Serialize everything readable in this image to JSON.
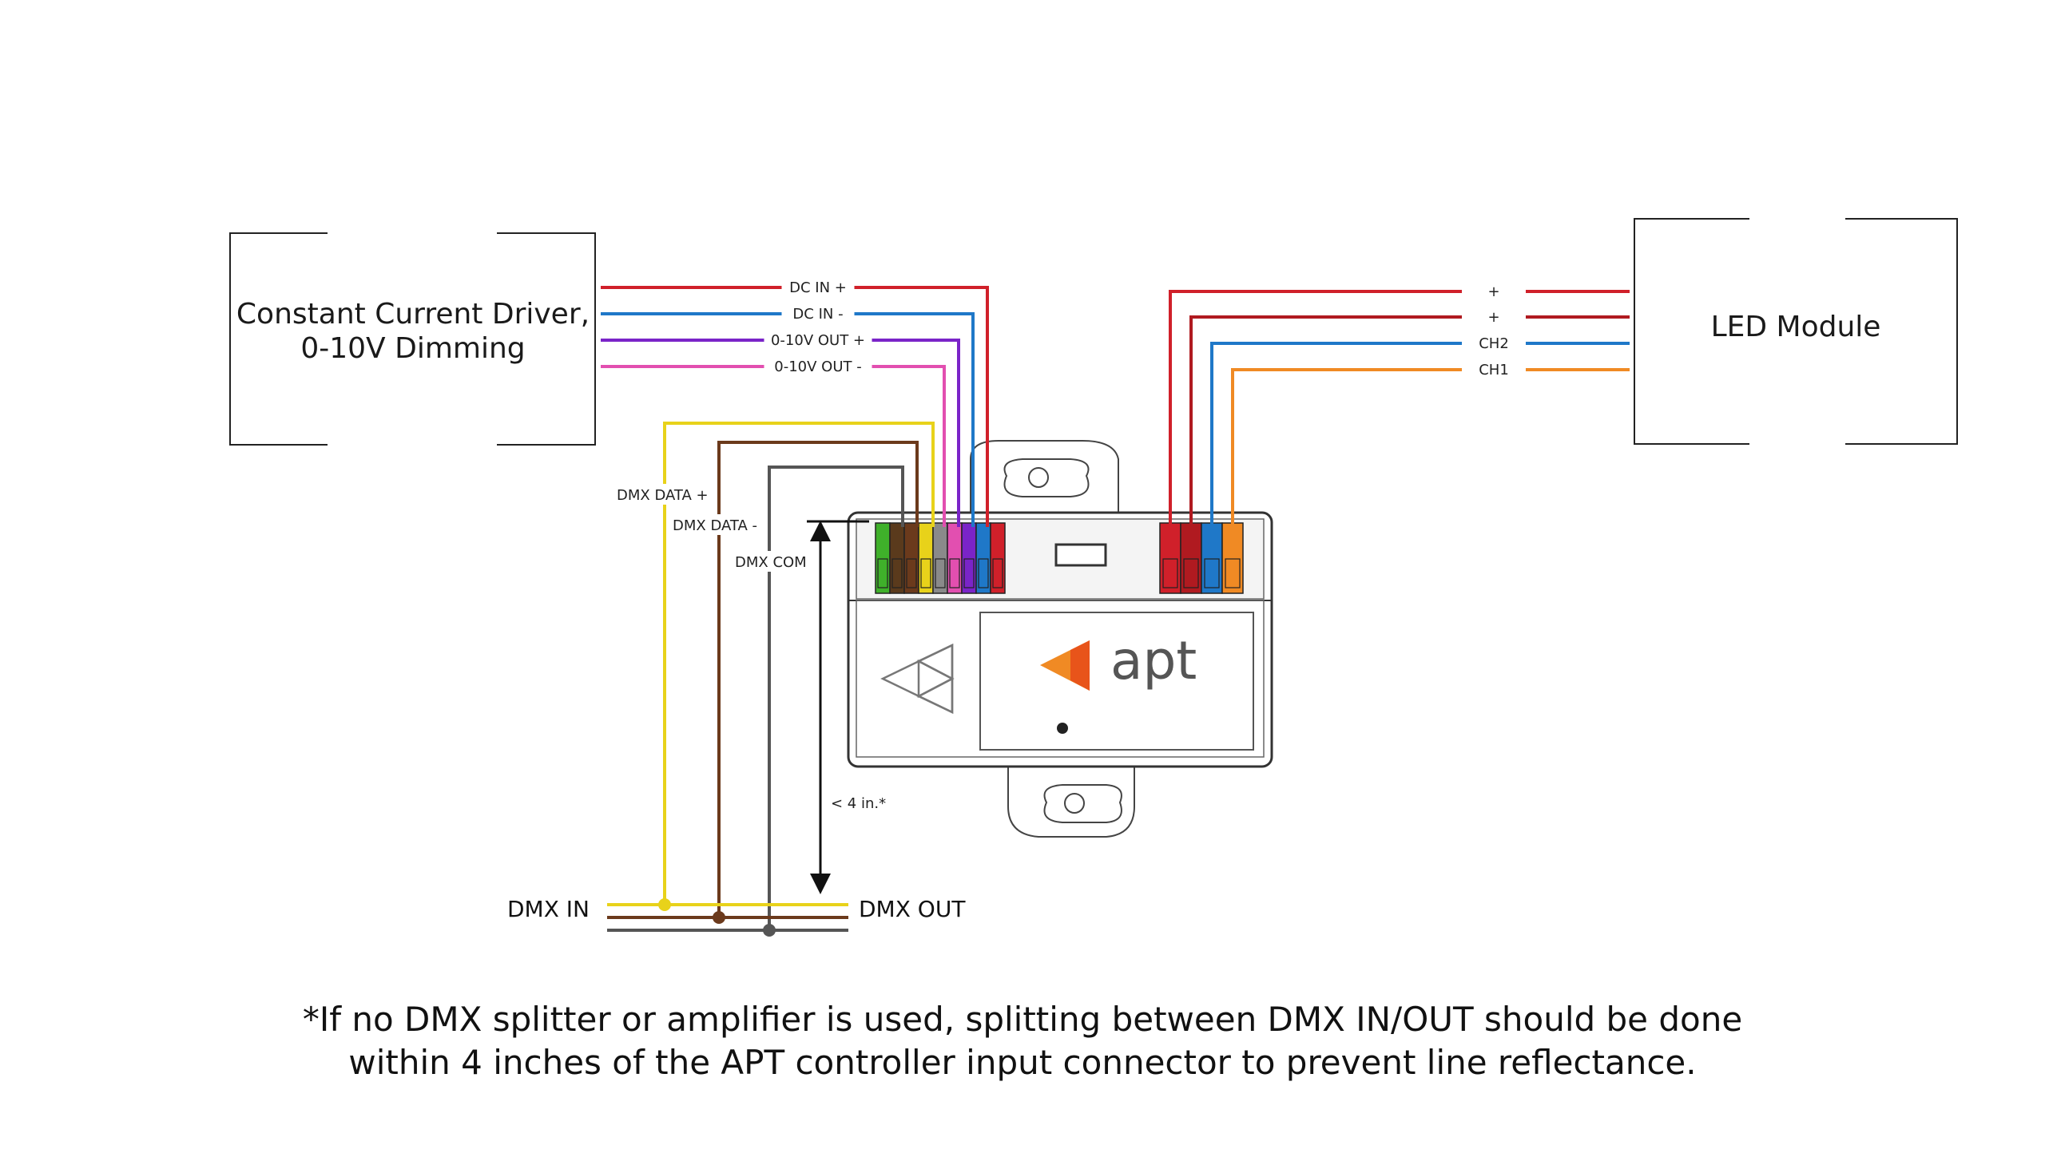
{
  "driver_box": {
    "line1": "Constant Current Driver,",
    "line2": "0-10V Dimming"
  },
  "led_box": {
    "label": "LED Module"
  },
  "driver_wires": [
    {
      "label": "DC IN +",
      "color": "#d0202a"
    },
    {
      "label": "DC IN -",
      "color": "#1f78c8"
    },
    {
      "label": "0-10V OUT +",
      "color": "#7a24c8"
    },
    {
      "label": "0-10V OUT -",
      "color": "#e24fb0"
    }
  ],
  "led_wires": [
    {
      "label": "+",
      "color": "#d0202a"
    },
    {
      "label": "+",
      "color": "#b01a20"
    },
    {
      "label": "CH2",
      "color": "#1f78c8"
    },
    {
      "label": "CH1",
      "color": "#f08a24"
    }
  ],
  "dmx_wires": [
    {
      "label": "DMX DATA +",
      "color": "#e8d21a"
    },
    {
      "label": "DMX DATA -",
      "color": "#6b3a1c"
    },
    {
      "label": "DMX COM",
      "color": "#555555"
    }
  ],
  "dmx_bus": {
    "in_label": "DMX IN",
    "out_label": "DMX OUT"
  },
  "distance_label": "< 4 in.*",
  "logo_text": "apt",
  "footnote": {
    "line1": "*If no DMX splitter or amplifier is used, splitting between DMX IN/OUT should be done",
    "line2": "within 4 inches of the APT controller input connector to prevent line reflectance."
  }
}
